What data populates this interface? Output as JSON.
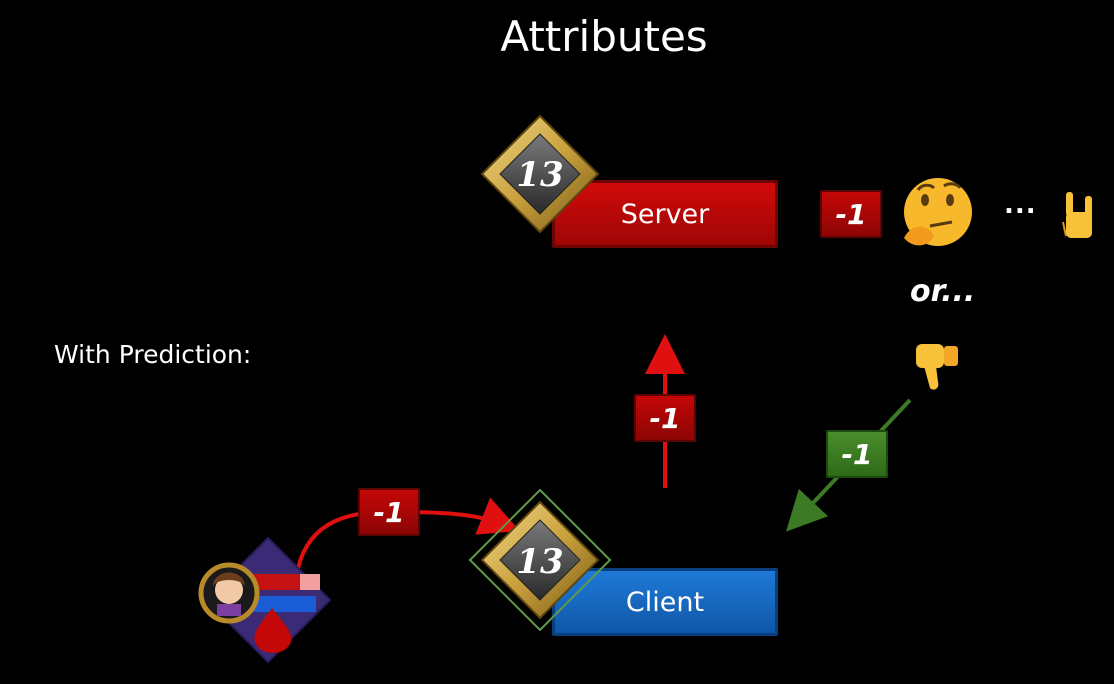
{
  "title": "Attributes",
  "subtitle": "With Prediction:",
  "server": {
    "label": "Server",
    "attribute_value": "13",
    "color": "#c40707"
  },
  "client": {
    "label": "Client",
    "attribute_value": "13",
    "color": "#1565c0"
  },
  "changes": {
    "server_tag": "-1",
    "up_tag": "-1",
    "corrected_tag": "-1",
    "applied_tag": "-1"
  },
  "reactions": {
    "thinking_icon": "thinking-face",
    "ellipsis": "...",
    "or_text": "or...",
    "rock_on_icon": "sign-of-the-horns",
    "thumbs_down_icon": "thumbs-down"
  },
  "colors": {
    "red_arrow": "#e01010",
    "green_arrow": "#3d7a26",
    "gold_frame": "#c9a13d"
  }
}
